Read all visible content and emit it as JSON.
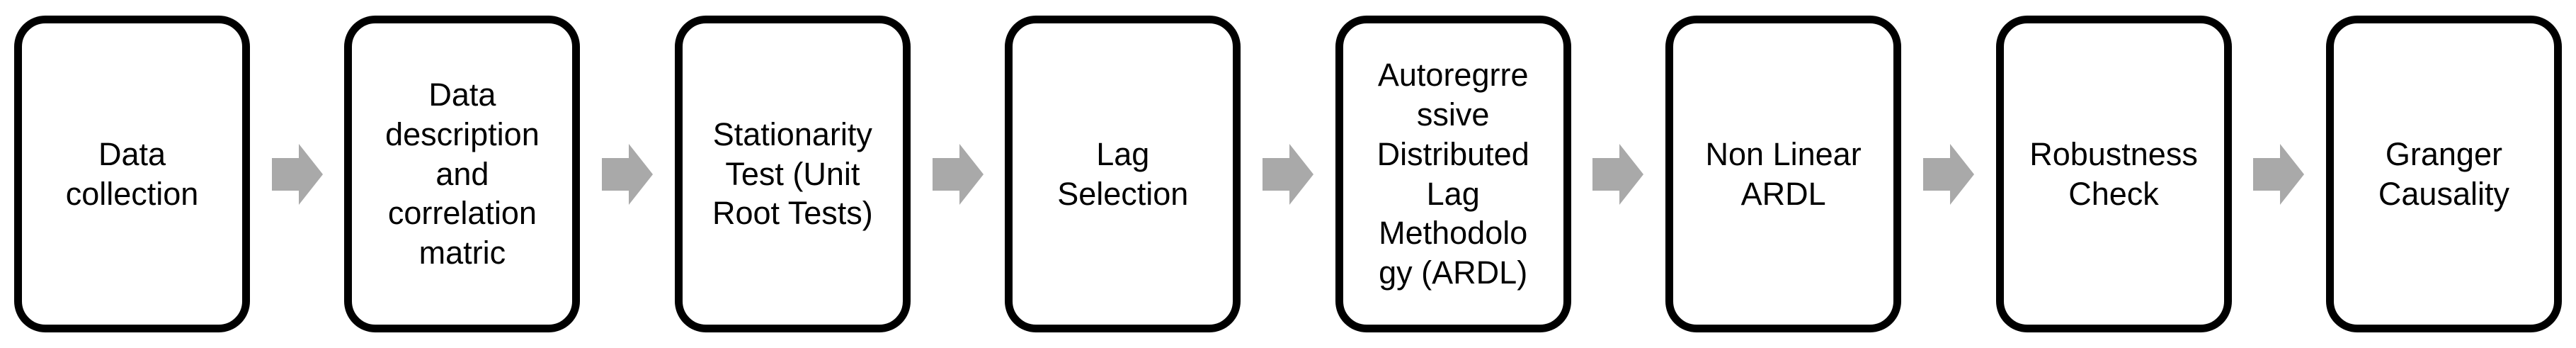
{
  "flowchart": {
    "type": "horizontal-process-flow",
    "steps": [
      {
        "label": "Data collection",
        "lines": [
          "Data",
          "collection"
        ]
      },
      {
        "label": "Data description and correlation matric",
        "lines": [
          "Data",
          "description",
          "and",
          "correlation",
          "matric"
        ]
      },
      {
        "label": "Stationarity Test (Unit Root Tests)",
        "lines": [
          "Stationarity",
          "Test (Unit",
          "Root Tests)"
        ]
      },
      {
        "label": "Lag Selection",
        "lines": [
          "Lag",
          "Selection"
        ]
      },
      {
        "label": "Autoregrressive Distributed Lag Methodology (ARDL)",
        "lines": [
          "Autoregrre",
          "ssive",
          "Distributed",
          "Lag",
          "Methodolo",
          "gy (ARDL)"
        ]
      },
      {
        "label": "Non Linear ARDL",
        "lines": [
          "Non Linear",
          "ARDL"
        ]
      },
      {
        "label": "Robustness Check",
        "lines": [
          "Robustness",
          "Check"
        ]
      },
      {
        "label": "Granger Causality",
        "lines": [
          "Granger",
          "Causality"
        ]
      }
    ],
    "connector": {
      "icon": "right-arrow-icon",
      "direction": "right",
      "count": 7
    }
  },
  "colors": {
    "page_bg": "#FFFFFF",
    "box_fill": "#FFFFFF",
    "box_border": "#000000",
    "text": "#000000",
    "arrow_fill": "#A9A9A9"
  }
}
